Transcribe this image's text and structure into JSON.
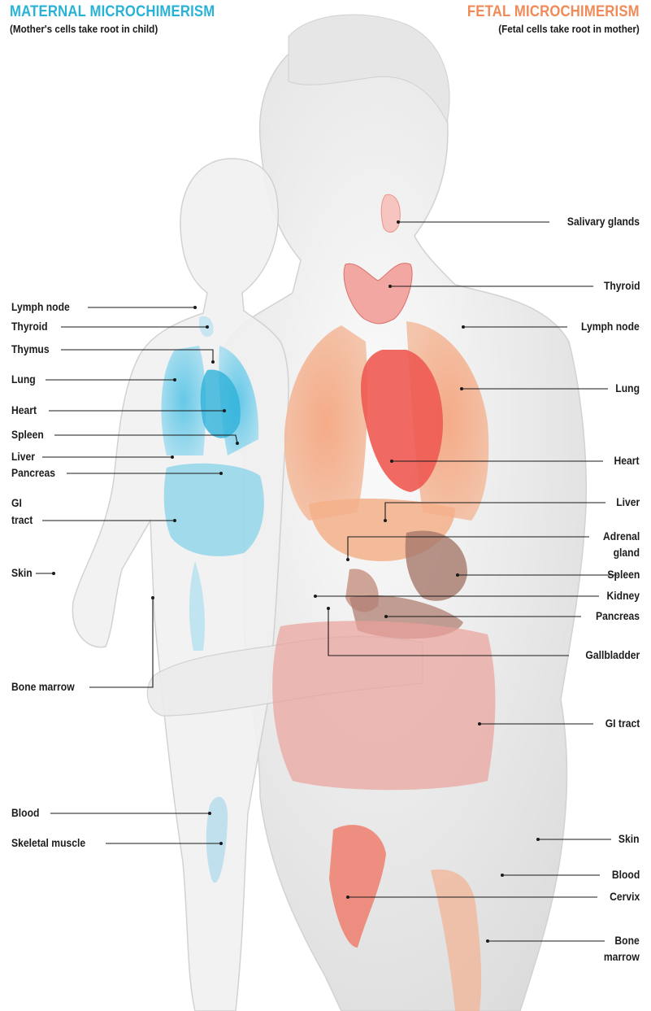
{
  "maternal": {
    "title": "MATERNAL MICROCHIMERISM",
    "subtitle": "(Mother's cells take root in child)",
    "color": "#28b3d6",
    "labels": {
      "lymph_node": "Lymph node",
      "thyroid": "Thyroid",
      "thymus": "Thymus",
      "lung": "Lung",
      "heart": "Heart",
      "spleen": "Spleen",
      "liver": "Liver",
      "pancreas": "Pancreas",
      "gi_tract_1": "GI",
      "gi_tract_2": "tract",
      "skin": "Skin",
      "bone_marrow": "Bone marrow",
      "blood": "Blood",
      "skeletal_muscle": "Skeletal muscle"
    }
  },
  "fetal": {
    "title": "FETAL MICROCHIMERISM",
    "subtitle": "(Fetal cells take root in mother)",
    "color": "#f08a58",
    "labels": {
      "salivary_glands": "Salivary glands",
      "thyroid": "Thyroid",
      "lymph_node": "Lymph node",
      "lung": "Lung",
      "heart": "Heart",
      "liver": "Liver",
      "adrenal_gland_1": "Adrenal",
      "adrenal_gland_2": "gland",
      "spleen": "Spleen",
      "kidney": "Kidney",
      "pancreas": "Pancreas",
      "gallbladder": "Gallbladder",
      "gi_tract": "GI tract",
      "skin": "Skin",
      "blood": "Blood",
      "cervix": "Cervix",
      "bone_marrow_1": "Bone",
      "bone_marrow_2": "marrow"
    }
  }
}
